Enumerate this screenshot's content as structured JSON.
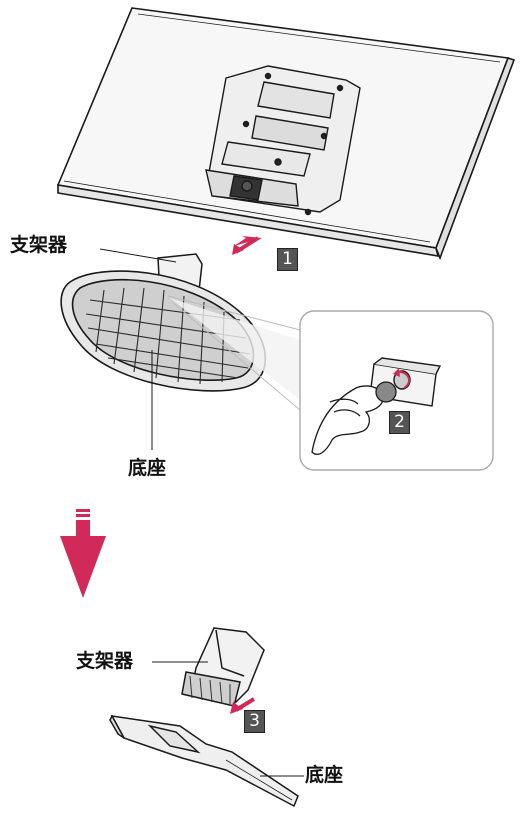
{
  "labels": {
    "stand_body_top": "支架器",
    "stand_base_top": "底座",
    "stand_body_bottom": "支架器",
    "stand_base_bottom": "底座"
  },
  "steps": {
    "step1": "1",
    "step2": "2",
    "step3": "3"
  },
  "colors": {
    "accent": "#d0295a",
    "line": "#1a1a1a",
    "fill_light": "#f2f2f2",
    "fill_mid": "#cccccc",
    "badge": "#555555"
  },
  "icons": {
    "step1_arrow": "small-pink-arrow-left-down",
    "step3_arrow": "small-pink-arrow-left-down",
    "big_arrow": "large-pink-arrow-down"
  }
}
